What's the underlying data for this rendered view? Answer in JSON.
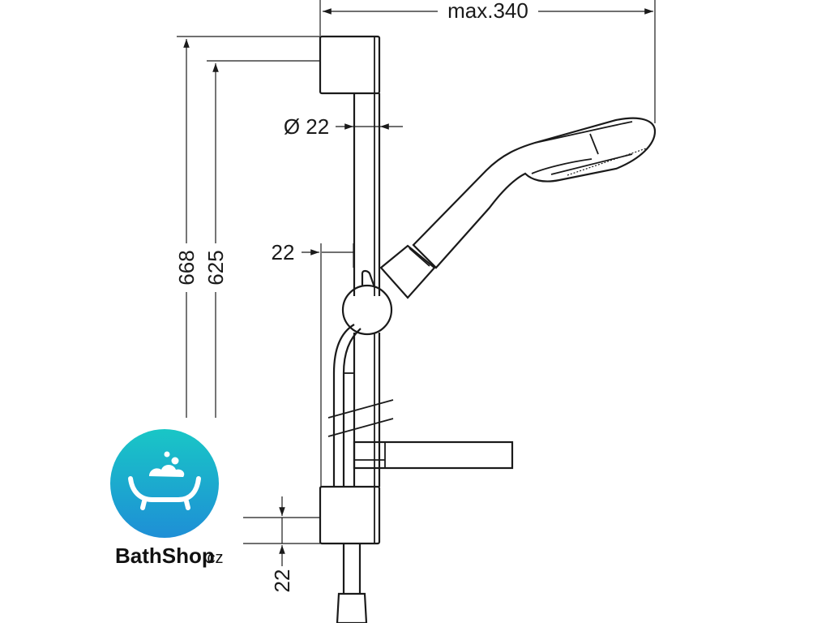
{
  "dimensions": {
    "max_width": "max.340",
    "total_height": "668",
    "mount_height": "625",
    "pipe_diameter": "Ø 22",
    "rail_offset": "22",
    "bottom_offset": "22"
  },
  "logo": {
    "name_main": "BathShop",
    "name_suffix": ".cz",
    "circle_color_top": "#19c6c6",
    "circle_color_bottom": "#1e8fd6"
  }
}
